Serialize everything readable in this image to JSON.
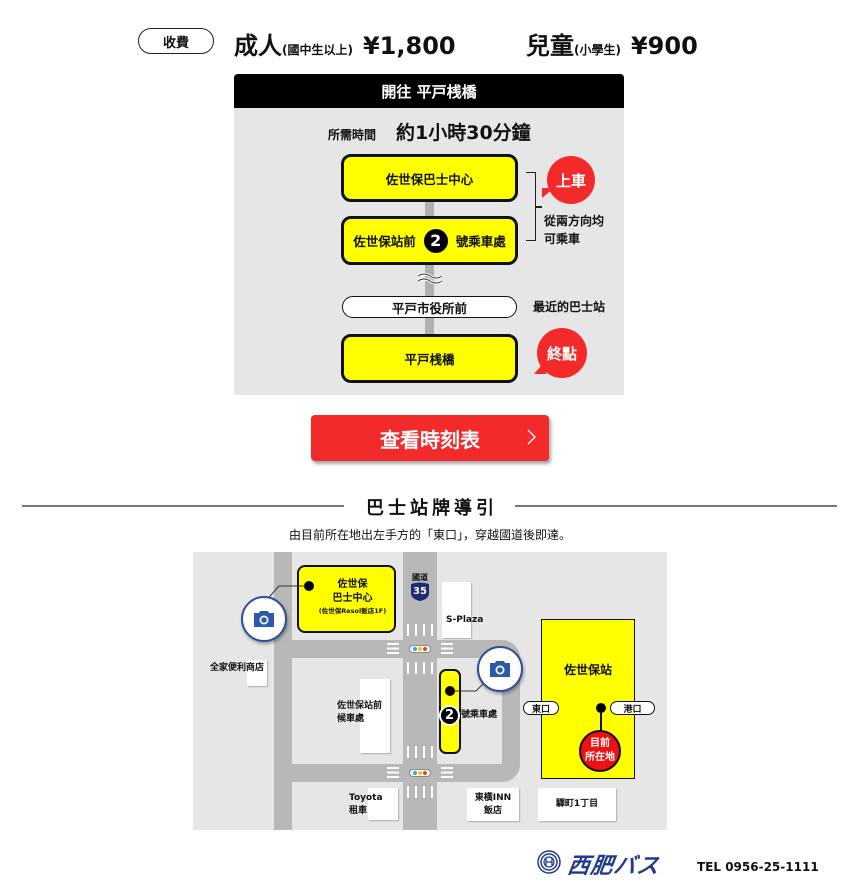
{
  "fare": {
    "label": "收費",
    "adult_label": "成人",
    "adult_note": "(國中生以上)",
    "adult_price": "¥1,800",
    "child_label": "兒童",
    "child_note": "(小學生)",
    "child_price": "¥900"
  },
  "route": {
    "header": "開往 平戸桟橋",
    "duration_label": "所需時間",
    "duration_value": "約1小時30分鐘",
    "stops": [
      {
        "name": "佐世保巴士中心"
      },
      {
        "name_prefix": "佐世保站前",
        "platform": "2",
        "name_suffix": "號乘車處"
      },
      {
        "name": "平戸市役所前"
      },
      {
        "name": "平戸桟橋"
      }
    ],
    "boarding_badge": "上車",
    "boarding_note_line1": "從兩方向均",
    "boarding_note_line2": "可乘車",
    "nearest_note": "最近的巴士站",
    "terminal_badge": "終點"
  },
  "timetable_button": {
    "label": "查看時刻表"
  },
  "guide": {
    "title": "巴士站牌導引",
    "description": "由目前所在地出左手方的「東口」，穿越國道後即達。"
  },
  "map": {
    "bus_center": {
      "line1": "佐世保",
      "line2": "巴士中心",
      "line3": "(佐世保Resol飯店1F)"
    },
    "route_sign": {
      "label": "國道",
      "number": "35"
    },
    "s_plaza": "S-Plaza",
    "familymart": "全家便利商店",
    "waiting_area": {
      "line1": "佐世保站前",
      "line2": "候車處"
    },
    "platform": {
      "number": "2",
      "label": "號乘車處"
    },
    "station": "佐世保站",
    "east_exit": "東口",
    "port_exit": "港口",
    "current_location": {
      "line1": "目前",
      "line2": "所在地"
    },
    "toyota": {
      "line1": "Toyota",
      "line2": "租車"
    },
    "toyoko": {
      "line1": "東橫INN",
      "line2": "飯店"
    },
    "ekimae": "驛町1丁目"
  },
  "footer": {
    "logo_text": "西肥バス",
    "tel": "TEL 0956-25-1111"
  },
  "colors": {
    "accent_red": "#f22a2a",
    "stop_yellow": "#ffff00",
    "panel_grey": "#e6e6e6",
    "logo_blue": "#1f3b8f"
  }
}
